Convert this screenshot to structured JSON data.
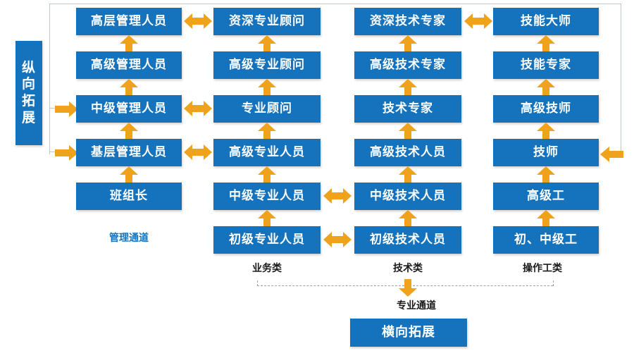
{
  "diagram": {
    "title_left_banner": {
      "lines": [
        "纵",
        "向",
        "拓",
        "展"
      ],
      "name": "vertical-development"
    },
    "bottom_banner": {
      "label": "横向拓展"
    },
    "columns": [
      {
        "key": "management",
        "channel_label": "管理通道",
        "category_label": "",
        "nodes": [
          "高层管理人员",
          "高级管理人员",
          "中级管理人员",
          "基层管理人员",
          "班组长"
        ]
      },
      {
        "key": "business",
        "channel_label": "",
        "category_label": "业务类",
        "nodes": [
          "资深专业顾问",
          "高级专业顾问",
          "专业顾问",
          "高级专业人员",
          "中级专业人员",
          "初级专业人员"
        ]
      },
      {
        "key": "technical",
        "channel_label": "",
        "category_label": "技术类",
        "nodes": [
          "资深技术专家",
          "高级技术专家",
          "技术专家",
          "高级技术人员",
          "中级技术人员",
          "初级技术人员"
        ]
      },
      {
        "key": "operator",
        "channel_label": "",
        "category_label": "操作工类",
        "nodes": [
          "技能大师",
          "技能专家",
          "高级技师",
          "技师",
          "高级工",
          "初、中级工"
        ]
      }
    ],
    "professional_channel_label": "专业通道",
    "colors": {
      "node_blue": "#1573BE",
      "arrow_orange": "#EFA31D",
      "connector_grey": "#BFC6CE",
      "dash_grey": "#9AA2AA",
      "text_white": "#FFFFFF"
    }
  }
}
